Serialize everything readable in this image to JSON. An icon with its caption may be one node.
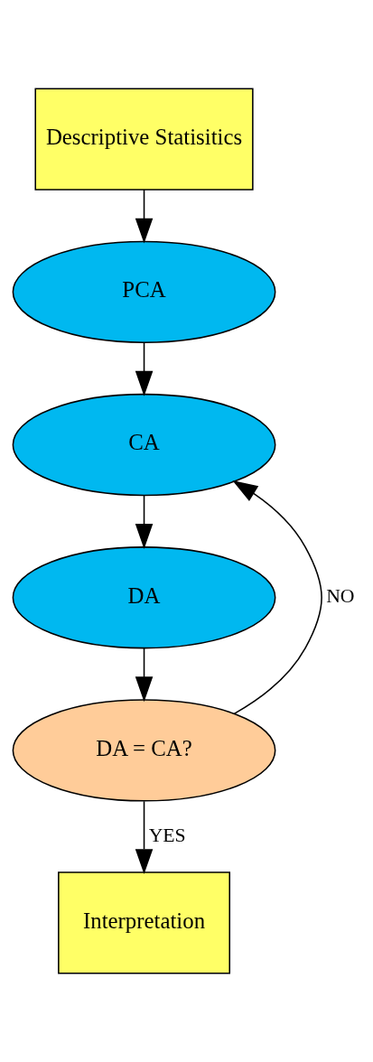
{
  "diagram": {
    "nodes": [
      {
        "text": [
          "Descriptive Statisitics"
        ]
      },
      {
        "text": [
          "PCA"
        ]
      },
      {
        "text": [
          "CA"
        ]
      },
      {
        "text": [
          "DA"
        ]
      },
      {
        "text": [
          "DA = CA?"
        ]
      },
      {
        "text": [
          "Interpretation"
        ]
      }
    ],
    "edges": [
      {
        "from": 0,
        "to": 1,
        "arrow": "to"
      },
      {
        "from": 1,
        "to": 2,
        "arrow": "to"
      },
      {
        "from": 2,
        "to": 3,
        "arrow": "to"
      },
      {
        "from": 3,
        "to": 4,
        "arrow": "to"
      },
      {
        "from": 4,
        "to": 2,
        "arrow": "to",
        "label": "NO"
      },
      {
        "from": 4,
        "to": 5,
        "arrow": "to",
        "label": "YES"
      }
    ]
  }
}
